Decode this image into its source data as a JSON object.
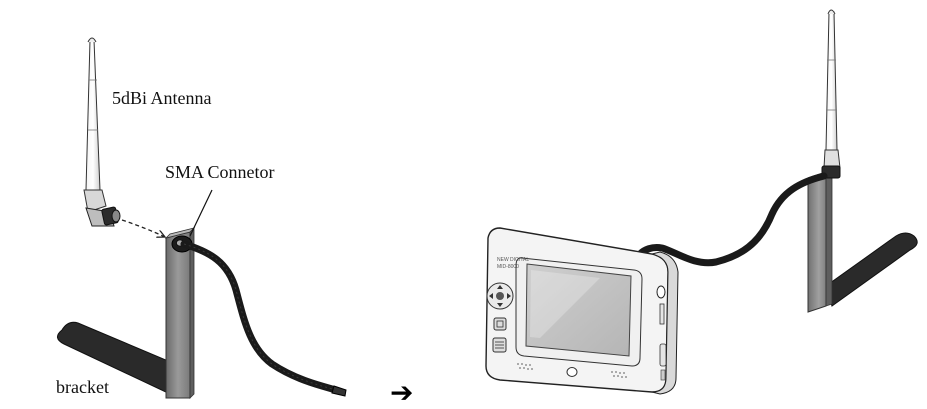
{
  "labels": {
    "antenna": "5dBi Antenna",
    "connector": "SMA Connetor",
    "bracket": "bracket"
  },
  "arrow": "➔",
  "device": {
    "brand_text": "NEW DIGITAL",
    "model_text": "MID-8000"
  }
}
